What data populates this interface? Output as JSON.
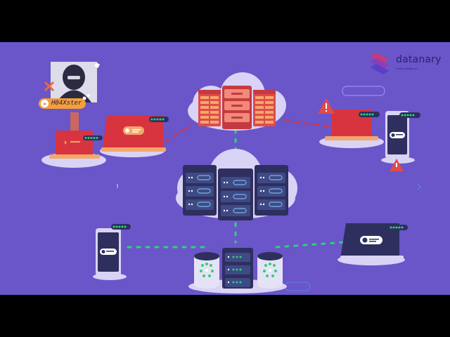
{
  "brand": {
    "name": "datanary",
    "tagline": "Data Intelligence"
  },
  "hacker": {
    "handle": "H04Xster"
  },
  "colors": {
    "background": "#6a55c9",
    "alert_red": "#d8343f",
    "link_green": "#2fd27a",
    "server_dark": "#2e2f5e",
    "server_panel": "#f3a86b",
    "hacker_tag": "#f4a03a"
  },
  "icons": [
    "logo-icon",
    "hacker-avatar-icon",
    "warning-icon",
    "cloud-icon",
    "server-rack-icon",
    "database-icon",
    "laptop-icon",
    "phone-icon",
    "skull-icon"
  ]
}
